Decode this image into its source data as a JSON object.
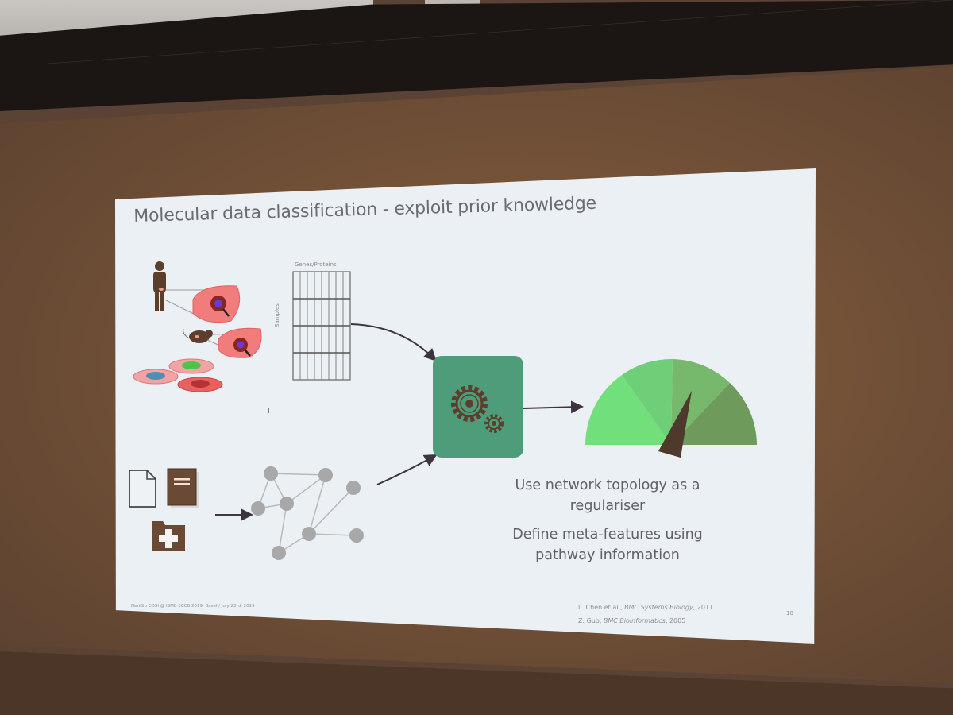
{
  "scene": {
    "description": "Photo of a projected presentation slide in a conference room",
    "colors": {
      "wall": "#86603f",
      "beam": "#1b1613",
      "slide_bg": "#eaf0f3",
      "title_text": "#6a6d70",
      "engine_box": "#4f9c7a",
      "gear": "#5b3f2c",
      "gauge_1": "#72e07a",
      "gauge_2": "#6fcf78",
      "gauge_3": "#76b86c",
      "gauge_4": "#6e9a5c",
      "needle": "#4e3a2c",
      "network_node": "#a8a8a8"
    }
  },
  "slide": {
    "title": "Molecular data classification - exploit prior knowledge",
    "matrix": {
      "top_label": "Genes/Proteins",
      "side_label": "Samples",
      "rows": 4,
      "columns": 8
    },
    "sources_icons": [
      "human-icon",
      "mouse-icon",
      "tissue-sample-icon",
      "petri-dish-icon"
    ],
    "knowledge_icons": [
      "document-icon",
      "book-icon",
      "medical-folder-icon"
    ],
    "engine_icon": "gears-icon",
    "output_icon": "gauge-icon",
    "bullets": [
      "Use network topology as a regulariser",
      "Define meta-features using pathway information"
    ],
    "footer": "NeriBio COSI @ ISMB ECCB 2019, Basel / July 23rd, 2019",
    "references": [
      {
        "authors": "L. Chen et al., ",
        "journal": "BMC Systems Biology",
        "year": ", 2011"
      },
      {
        "authors": "Z. Guo, ",
        "journal": "BMC Bioinformatics",
        "year": ", 2005"
      }
    ],
    "page_number": "10"
  }
}
